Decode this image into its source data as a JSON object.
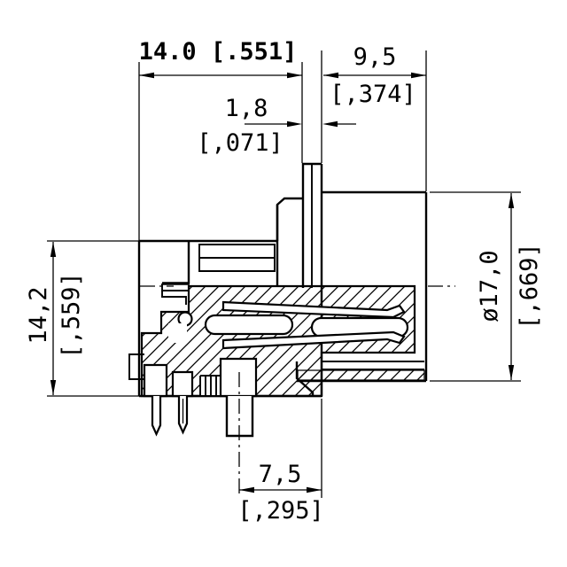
{
  "meta": {
    "drawing_type": "connector cross-section, side view, right-angle PCB mount circular DIN connector",
    "units_note": "dimensions in mm with [inch] equivalents in brackets",
    "background_color": "#ffffff",
    "line_color": "#000000"
  },
  "dimensions": {
    "housing_width": {
      "metric": "14.0",
      "imperial": "[.551]",
      "label": "14.0 [.551]",
      "orientation": "horizontal",
      "position": "top-left"
    },
    "front_depth": {
      "metric": "9,5",
      "imperial": "[,374]",
      "orientation": "horizontal",
      "position": "top-right"
    },
    "tab_width": {
      "metric": "1,8",
      "imperial": "[,071]",
      "orientation": "leader",
      "position": "upper-middle"
    },
    "housing_height": {
      "metric": "14,2",
      "imperial": "[,559]",
      "orientation": "vertical",
      "position": "left"
    },
    "shell_diameter": {
      "metric": "ø17,0",
      "imperial": "[,669]",
      "orientation": "vertical",
      "position": "right"
    },
    "pin_offset": {
      "metric": "7,5",
      "imperial": "[,295]",
      "orientation": "horizontal",
      "position": "bottom"
    }
  },
  "parts": [
    "rear-insulator-housing",
    "grounding-tab",
    "front-metal-shell",
    "hatched-insulator-section",
    "female-contact-slots",
    "contact-spring-blades",
    "solder-pins",
    "center-mounting-post",
    "axis-centerline"
  ]
}
